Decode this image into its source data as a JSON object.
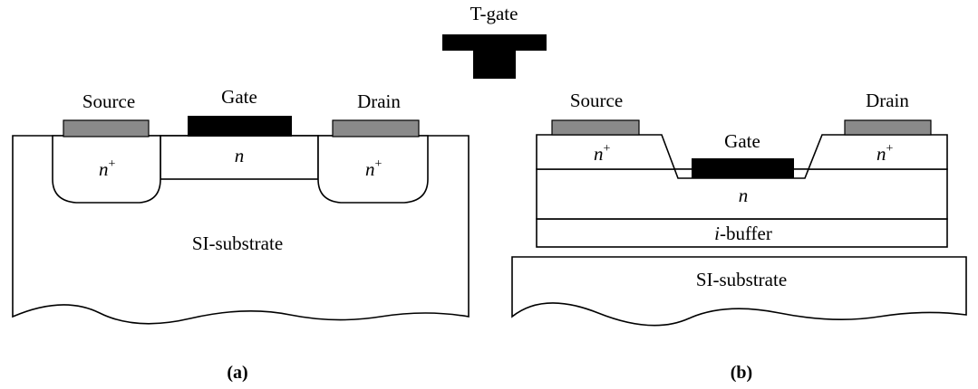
{
  "tgate": {
    "label": "T-gate"
  },
  "panel_a": {
    "caption": "(a)",
    "source_label": "Source",
    "gate_label": "Gate",
    "drain_label": "Drain",
    "n_plus_left": "n",
    "n_plus_right": "n",
    "sup_plus": "+",
    "n_channel": "n",
    "substrate_label": "SI-substrate"
  },
  "panel_b": {
    "caption": "(b)",
    "source_label": "Source",
    "gate_label": "Gate",
    "drain_label": "Drain",
    "n_plus_left": "n",
    "n_plus_right": "n",
    "sup_plus": "+",
    "n_layer": "n",
    "buffer_italic": "i",
    "buffer_rest": "-buffer",
    "substrate_label": "SI-substrate"
  },
  "colors": {
    "metal": "#000000",
    "contact": "#8a8a8a"
  }
}
